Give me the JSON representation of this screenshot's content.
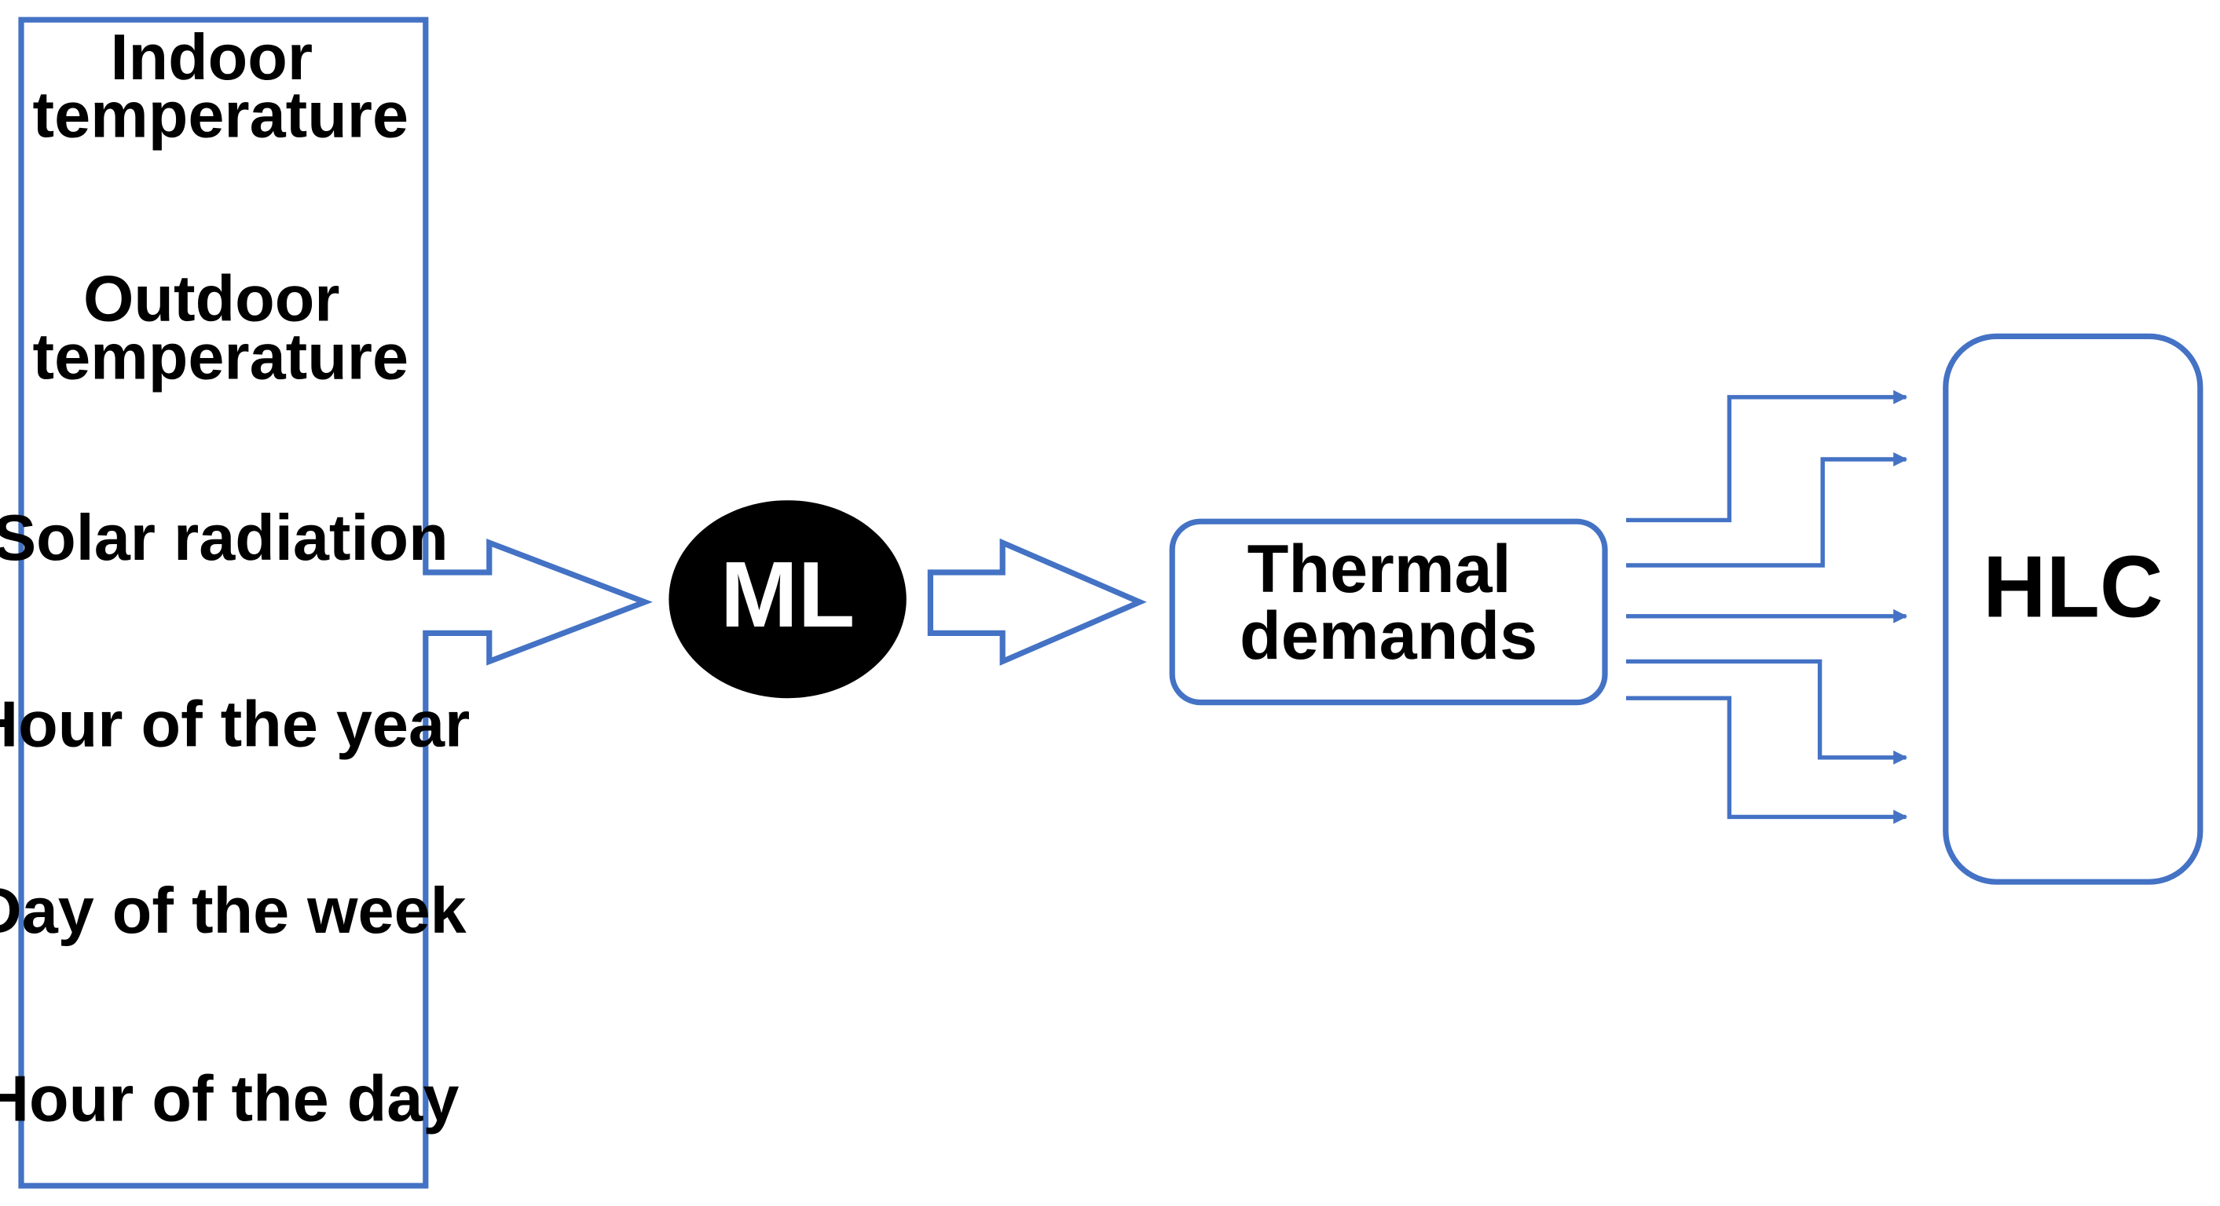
{
  "inputs": {
    "items": [
      [
        "Indoor",
        "temperature"
      ],
      [
        "Outdoor",
        "temperature"
      ],
      [
        "Solar radiation"
      ],
      [
        "Hour of the year"
      ],
      [
        "Day of the week"
      ],
      [
        "Hour of the day"
      ]
    ]
  },
  "ml": {
    "label": "ML"
  },
  "thermal_demands": {
    "lines": [
      "Thermal",
      "demands"
    ]
  },
  "hlc": {
    "label": "HLC"
  },
  "colors": {
    "stroke": "#4472C4",
    "node_fill": "#000000",
    "node_text": "#ffffff",
    "text": "#000000",
    "background": "#ffffff"
  }
}
